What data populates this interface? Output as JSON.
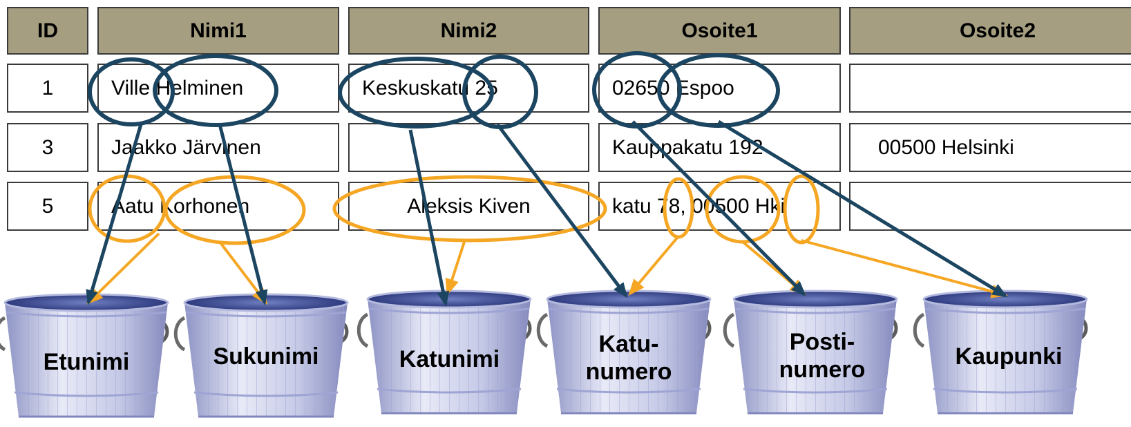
{
  "table": {
    "headers": [
      "ID",
      "Nimi1",
      "Nimi2",
      "Osoite1",
      "Osoite2"
    ],
    "rows": [
      [
        "1",
        "Ville Helminen",
        "Keskuskatu 25",
        "02650 Espoo",
        ""
      ],
      [
        "3",
        "Jaakko Järvinen",
        "",
        "Kauppakatu 192",
        "00500 Helsinki"
      ],
      [
        "5",
        "Aatu Korhonen",
        "Aleksis Kiven",
        "katu 78, 00500 Hki",
        ""
      ]
    ]
  },
  "buckets": [
    {
      "label": "Etunimi"
    },
    {
      "label": "Sukunimi"
    },
    {
      "label": "Katunimi"
    },
    {
      "label": "Katu-\nnumero"
    },
    {
      "label": "Posti-\nnumero"
    },
    {
      "label": "Kaupunki"
    }
  ],
  "colors": {
    "header_bg": "#a59e80",
    "dark_arrow": "#1b4560",
    "orange_arrow": "#f5a623",
    "bucket_body": "#b9bedf",
    "bucket_water": "#23307a"
  }
}
